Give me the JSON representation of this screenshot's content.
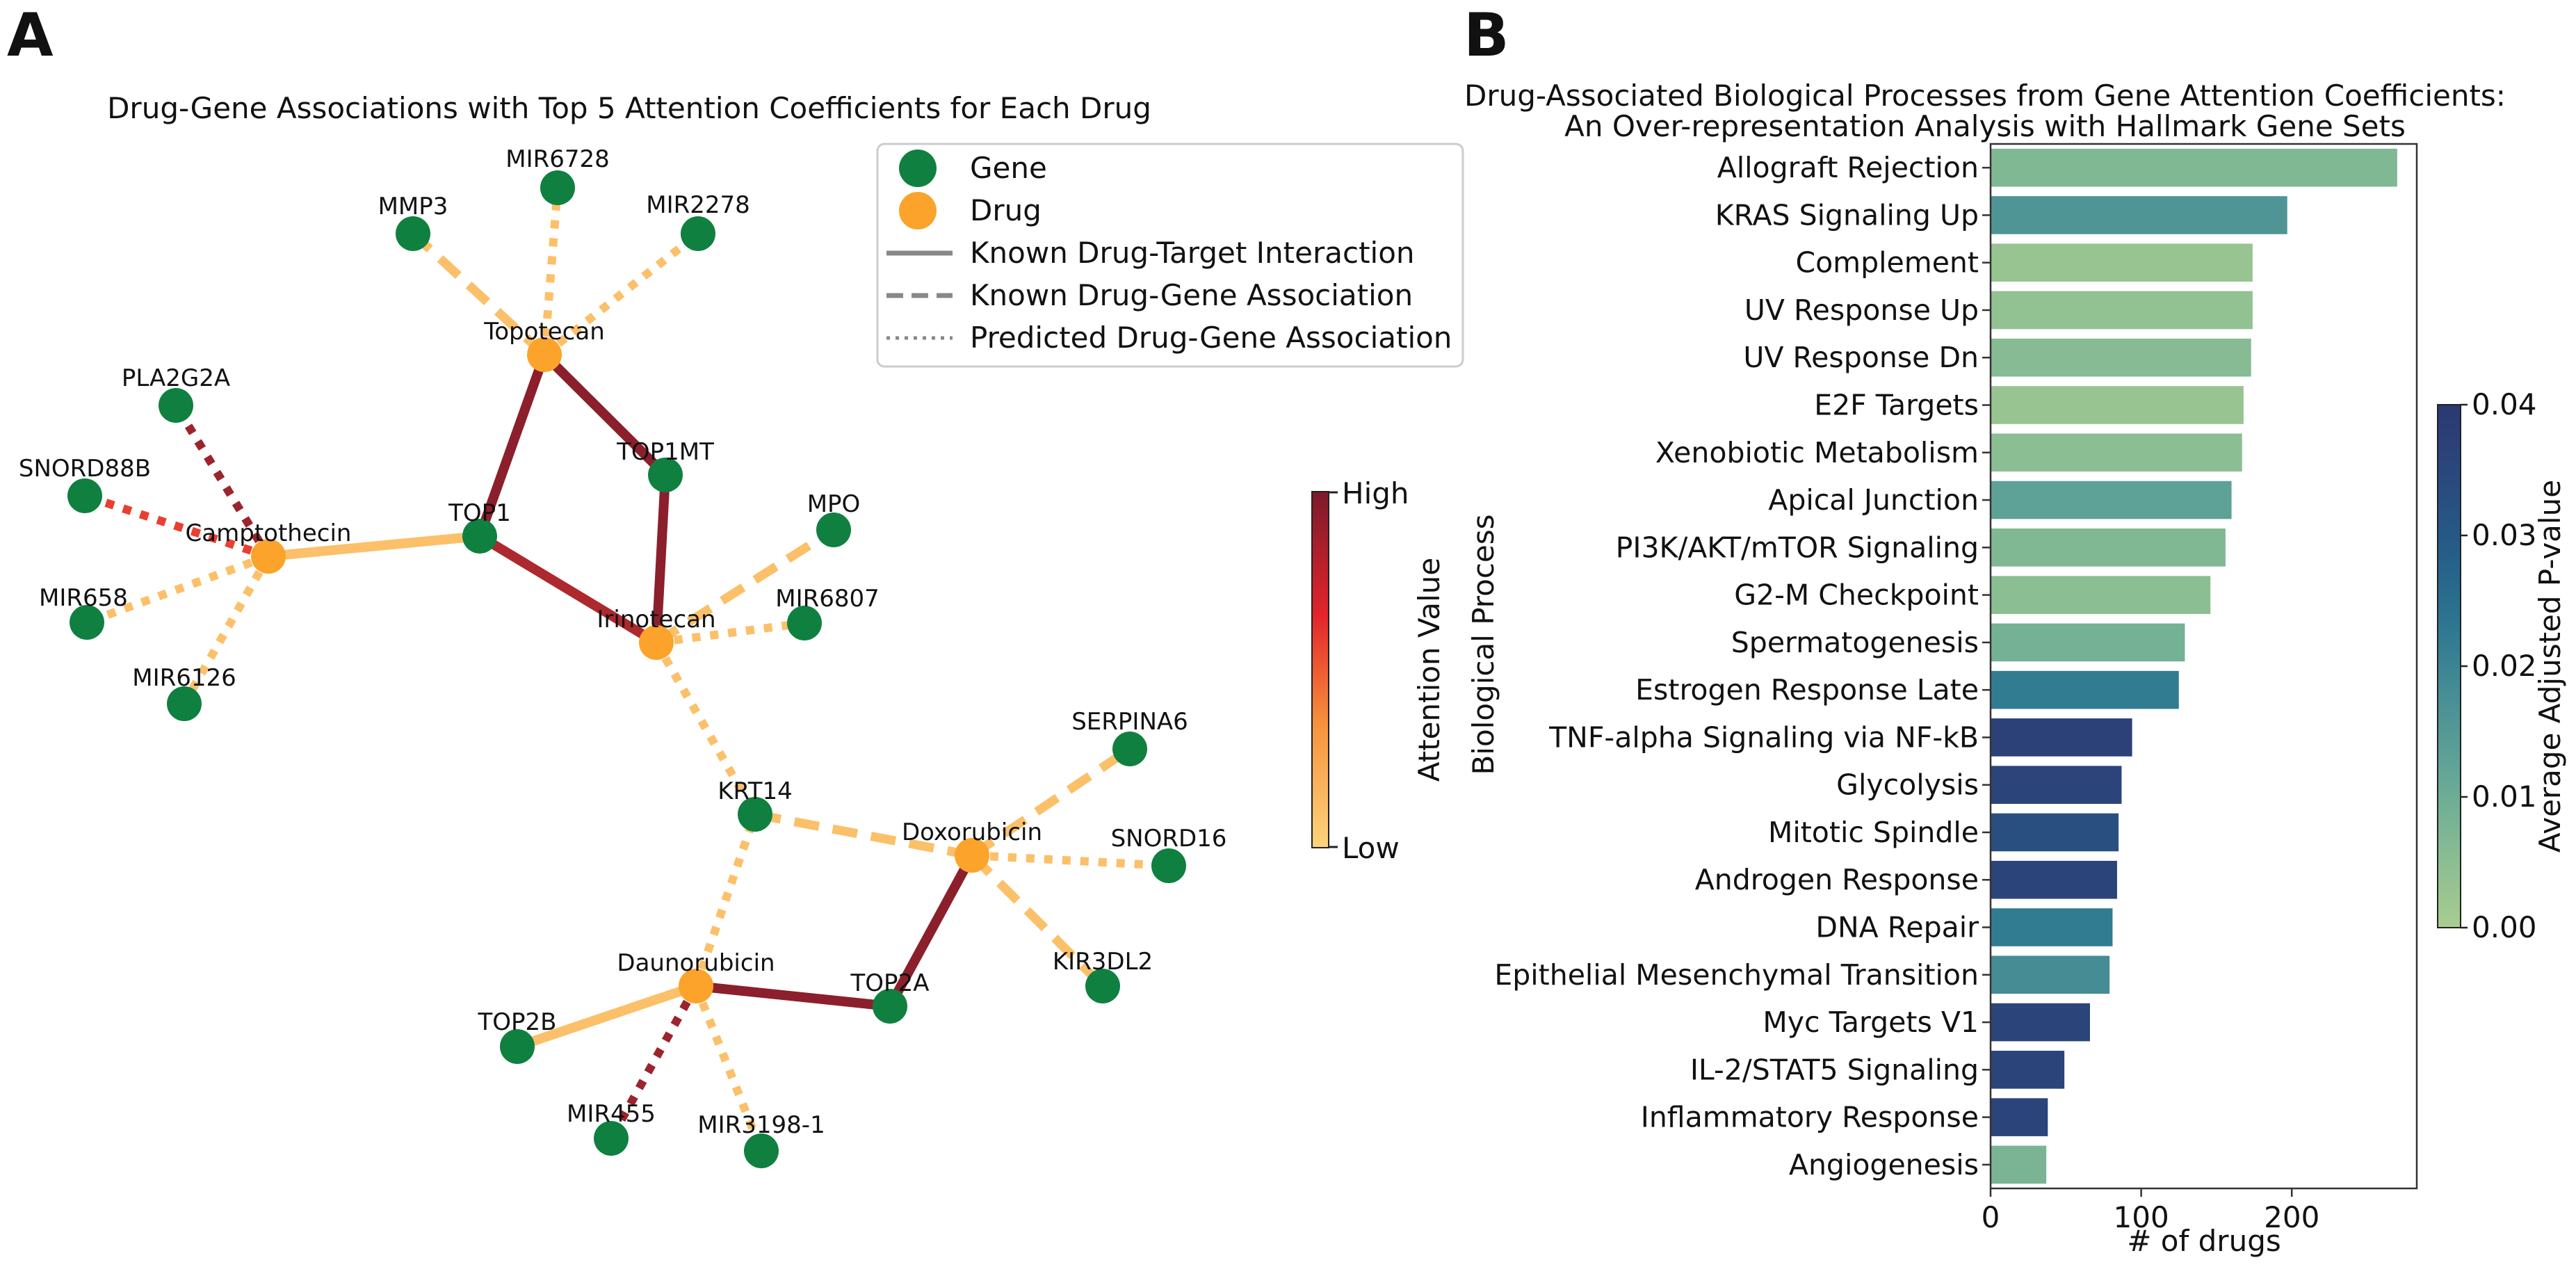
{
  "panel_a": {
    "letter": "A",
    "title": "Drug-Gene Associations with Top 5 Attention Coefficients for Each Drug",
    "legend": {
      "gene": "Gene",
      "drug": "Drug",
      "known_target": "Known Drug-Target Interaction",
      "known_assoc": "Known Drug-Gene Association",
      "predicted": "Predicted Drug-Gene Association"
    },
    "colorbar": {
      "label": "Attention Value",
      "high": "High",
      "low": "Low"
    },
    "colors": {
      "gene": "#0f8040",
      "drug": "#fba32a",
      "low": "#fdd47c",
      "mid": "#e83b2f",
      "high": "#7c1a2b"
    },
    "nodes": [
      {
        "id": "MMP3",
        "kind": "gene"
      },
      {
        "id": "MIR6728",
        "kind": "gene"
      },
      {
        "id": "MIR2278",
        "kind": "gene"
      },
      {
        "id": "Topotecan",
        "kind": "drug"
      },
      {
        "id": "PLA2G2A",
        "kind": "gene"
      },
      {
        "id": "TOP1MT",
        "kind": "gene"
      },
      {
        "id": "SNORD88B",
        "kind": "gene"
      },
      {
        "id": "Camptothecin",
        "kind": "drug"
      },
      {
        "id": "TOP1",
        "kind": "gene"
      },
      {
        "id": "MPO",
        "kind": "gene"
      },
      {
        "id": "MIR658",
        "kind": "gene"
      },
      {
        "id": "Irinotecan",
        "kind": "drug"
      },
      {
        "id": "MIR6807",
        "kind": "gene"
      },
      {
        "id": "MIR6126",
        "kind": "gene"
      },
      {
        "id": "SERPINA6",
        "kind": "gene"
      },
      {
        "id": "KRT14",
        "kind": "gene"
      },
      {
        "id": "Doxorubicin",
        "kind": "drug"
      },
      {
        "id": "SNORD16",
        "kind": "gene"
      },
      {
        "id": "KIR3DL2",
        "kind": "gene"
      },
      {
        "id": "Daunorubicin",
        "kind": "drug"
      },
      {
        "id": "TOP2A",
        "kind": "gene"
      },
      {
        "id": "TOP2B",
        "kind": "gene"
      },
      {
        "id": "MIR455",
        "kind": "gene"
      },
      {
        "id": "MIR3198-1",
        "kind": "gene"
      }
    ],
    "edges": [
      {
        "drug": "Topotecan",
        "gene": "MMP3",
        "type": "known_assoc",
        "attention": 0.1
      },
      {
        "drug": "Topotecan",
        "gene": "MIR6728",
        "type": "predicted",
        "attention": 0.1
      },
      {
        "drug": "Topotecan",
        "gene": "MIR2278",
        "type": "predicted",
        "attention": 0.1
      },
      {
        "drug": "Topotecan",
        "gene": "TOP1",
        "type": "known_target",
        "attention": 0.95
      },
      {
        "drug": "Topotecan",
        "gene": "TOP1MT",
        "type": "known_target",
        "attention": 0.95
      },
      {
        "drug": "Camptothecin",
        "gene": "PLA2G2A",
        "type": "predicted",
        "attention": 0.9
      },
      {
        "drug": "Camptothecin",
        "gene": "SNORD88B",
        "type": "predicted",
        "attention": 0.65
      },
      {
        "drug": "Camptothecin",
        "gene": "MIR658",
        "type": "predicted",
        "attention": 0.1
      },
      {
        "drug": "Camptothecin",
        "gene": "MIR6126",
        "type": "predicted",
        "attention": 0.1
      },
      {
        "drug": "Camptothecin",
        "gene": "TOP1",
        "type": "known_target",
        "attention": 0.1
      },
      {
        "drug": "Irinotecan",
        "gene": "TOP1",
        "type": "known_target",
        "attention": 0.85
      },
      {
        "drug": "Irinotecan",
        "gene": "TOP1MT",
        "type": "known_target",
        "attention": 0.95
      },
      {
        "drug": "Irinotecan",
        "gene": "MPO",
        "type": "known_assoc",
        "attention": 0.1
      },
      {
        "drug": "Irinotecan",
        "gene": "MIR6807",
        "type": "predicted",
        "attention": 0.1
      },
      {
        "drug": "Irinotecan",
        "gene": "KRT14",
        "type": "predicted",
        "attention": 0.1
      },
      {
        "drug": "Doxorubicin",
        "gene": "KRT14",
        "type": "known_assoc",
        "attention": 0.1
      },
      {
        "drug": "Doxorubicin",
        "gene": "SERPINA6",
        "type": "known_assoc",
        "attention": 0.1
      },
      {
        "drug": "Doxorubicin",
        "gene": "SNORD16",
        "type": "predicted",
        "attention": 0.1
      },
      {
        "drug": "Doxorubicin",
        "gene": "KIR3DL2",
        "type": "known_assoc",
        "attention": 0.1
      },
      {
        "drug": "Doxorubicin",
        "gene": "TOP2A",
        "type": "known_target",
        "attention": 0.95
      },
      {
        "drug": "Daunorubicin",
        "gene": "KRT14",
        "type": "predicted",
        "attention": 0.1
      },
      {
        "drug": "Daunorubicin",
        "gene": "TOP2A",
        "type": "known_target",
        "attention": 0.95
      },
      {
        "drug": "Daunorubicin",
        "gene": "TOP2B",
        "type": "known_target",
        "attention": 0.1
      },
      {
        "drug": "Daunorubicin",
        "gene": "MIR455",
        "type": "predicted",
        "attention": 0.9
      },
      {
        "drug": "Daunorubicin",
        "gene": "MIR3198-1",
        "type": "predicted",
        "attention": 0.1
      }
    ]
  },
  "chart_data": {
    "type": "bar",
    "orientation": "horizontal",
    "panel_letter": "B",
    "title": "Drug-Associated Biological Processes from Gene Attention Coefficients:\nAn Over-representation Analysis with Hallmark Gene Sets",
    "title_lines": [
      "Drug-Associated Biological Processes from Gene Attention Coefficients:",
      "An Over-representation Analysis with Hallmark Gene Sets"
    ],
    "xlabel": "# of drugs",
    "ylabel": "Biological Process",
    "xlim": [
      0,
      283
    ],
    "xticks": [
      0,
      100,
      200
    ],
    "grid": false,
    "categories": [
      "Allograft Rejection",
      "KRAS Signaling Up",
      "Complement",
      "UV Response Up",
      "UV Response Dn",
      "E2F Targets",
      "Xenobiotic Metabolism",
      "Apical Junction",
      "PI3K/AKT/mTOR  Signaling",
      "G2-M Checkpoint",
      "Spermatogenesis",
      "Estrogen Response Late",
      "TNF-alpha Signaling via NF-kB",
      "Glycolysis",
      "Mitotic Spindle",
      "Androgen Response",
      "DNA Repair",
      "Epithelial Mesenchymal Transition",
      "Myc Targets V1",
      "IL-2/STAT5 Signaling",
      "Inflammatory Response",
      "Angiogenesis"
    ],
    "values": [
      270,
      197,
      174,
      174,
      173,
      168,
      167,
      160,
      156,
      146,
      129,
      125,
      94,
      87,
      85,
      84,
      81,
      79,
      66,
      49,
      38,
      37
    ],
    "color_values": [
      0.007,
      0.016,
      0.003,
      0.004,
      0.006,
      0.003,
      0.005,
      0.013,
      0.007,
      0.005,
      0.009,
      0.022,
      0.037,
      0.036,
      0.033,
      0.036,
      0.022,
      0.018,
      0.036,
      0.036,
      0.036,
      0.008
    ],
    "colorbar": {
      "label": "Average Adjusted P-value",
      "range": [
        0.0,
        0.04
      ],
      "ticks": [
        0.0,
        0.01,
        0.02,
        0.03,
        0.04
      ],
      "colors": [
        "#a9cc8f",
        "#88bc93",
        "#66a897",
        "#4a9096",
        "#2e7891",
        "#255f88",
        "#2a4a7e",
        "#2c3872"
      ]
    }
  }
}
